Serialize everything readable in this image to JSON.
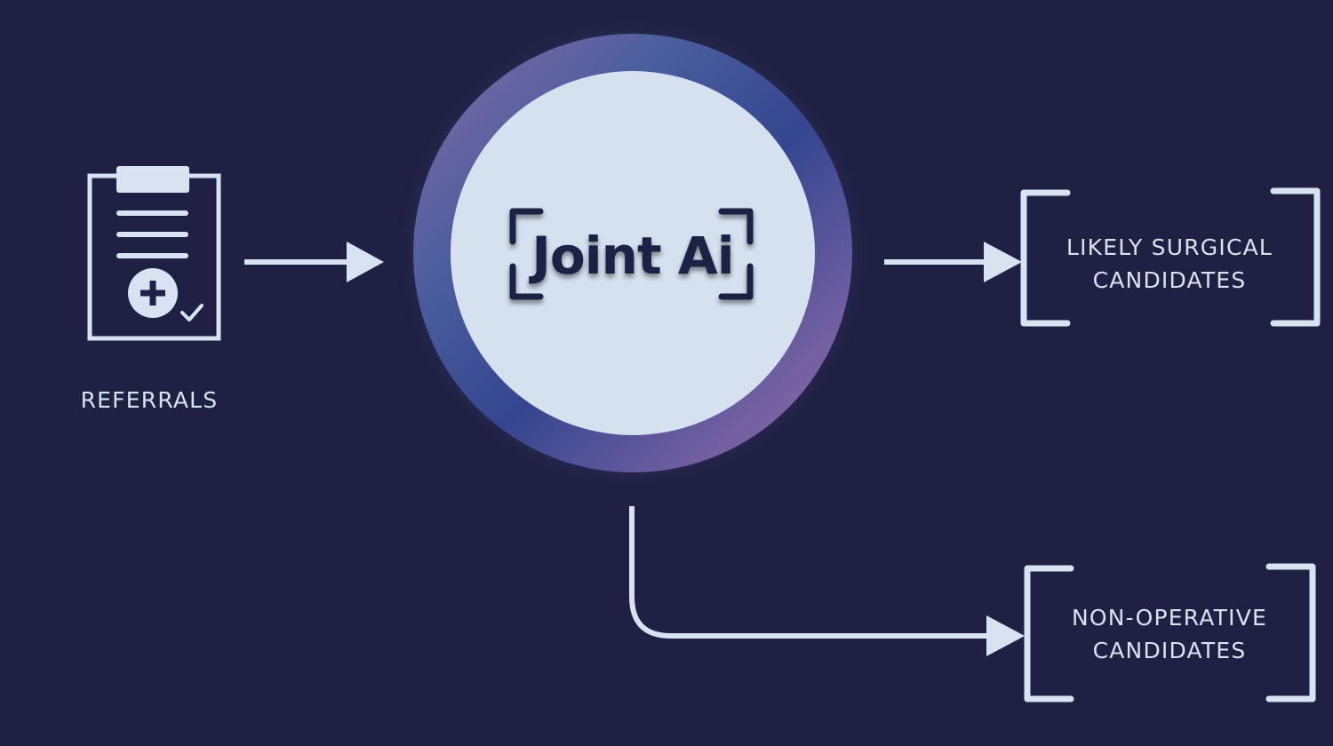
{
  "colors": {
    "background": "#1f2044",
    "line": "#d8e2f0",
    "hub_fill": "#d6e1ef",
    "hub_text": "#1f2044",
    "ring_blue": "#3a4f98",
    "ring_purple": "#8a6aa8"
  },
  "icons": {
    "referrals": "clipboard-plus-check-icon"
  },
  "referrals": {
    "label": "REFERRALS"
  },
  "hub": {
    "title": "Joint Ai"
  },
  "outputs": {
    "surgical": "LIKELY SURGICAL\nCANDIDATES",
    "nonoperative": "NON-OPERATIVE\nCANDIDATES"
  }
}
